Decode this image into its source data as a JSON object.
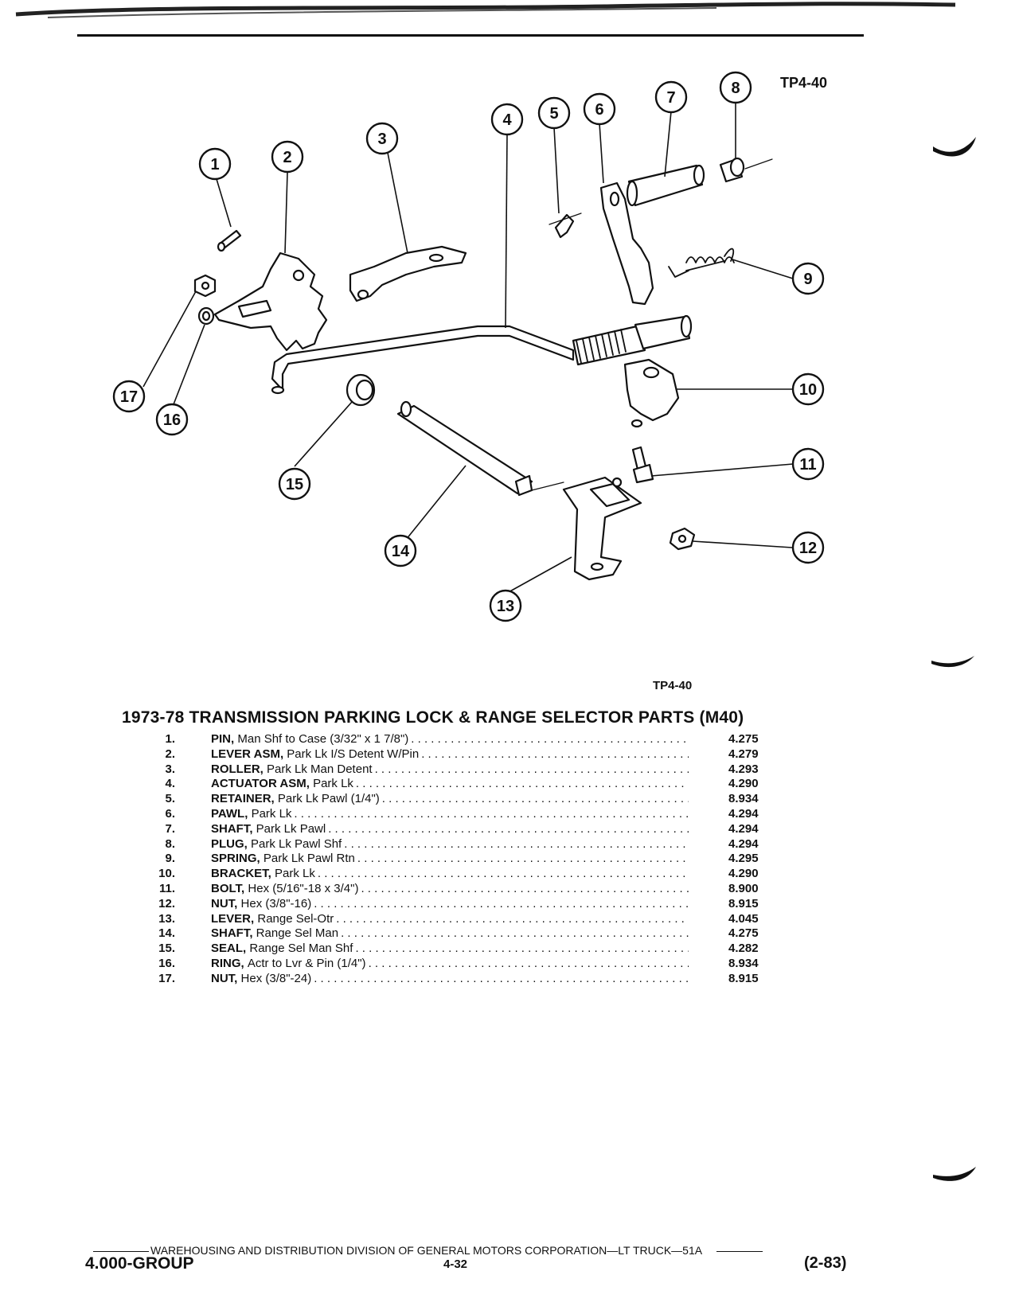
{
  "figure_code": "TP4-40",
  "callouts": [
    "1",
    "2",
    "3",
    "4",
    "5",
    "6",
    "7",
    "8",
    "9",
    "10",
    "11",
    "12",
    "13",
    "14",
    "15",
    "16",
    "17"
  ],
  "title": "1973-78 TRANSMISSION PARKING LOCK & RANGE SELECTOR PARTS (M40)",
  "parts": [
    {
      "num": "1.",
      "name": "PIN,",
      "desc": "Man Shf to Case (3/32\" x 1 7/8\")",
      "code": "4.275"
    },
    {
      "num": "2.",
      "name": "LEVER ASM,",
      "desc": "Park Lk I/S Detent W/Pin",
      "code": "4.279"
    },
    {
      "num": "3.",
      "name": "ROLLER,",
      "desc": "Park Lk Man Detent",
      "code": "4.293"
    },
    {
      "num": "4.",
      "name": "ACTUATOR ASM,",
      "desc": "Park Lk",
      "code": "4.290"
    },
    {
      "num": "5.",
      "name": "RETAINER,",
      "desc": "Park Lk Pawl (1/4\")",
      "code": "8.934"
    },
    {
      "num": "6.",
      "name": "PAWL,",
      "desc": "Park Lk",
      "code": "4.294"
    },
    {
      "num": "7.",
      "name": "SHAFT,",
      "desc": "Park Lk Pawl",
      "code": "4.294"
    },
    {
      "num": "8.",
      "name": "PLUG,",
      "desc": "Park Lk Pawl Shf",
      "code": "4.294"
    },
    {
      "num": "9.",
      "name": "SPRING,",
      "desc": "Park Lk Pawl Rtn",
      "code": "4.295"
    },
    {
      "num": "10.",
      "name": "BRACKET,",
      "desc": "Park Lk",
      "code": "4.290"
    },
    {
      "num": "11.",
      "name": "BOLT,",
      "desc": "Hex (5/16\"-18 x 3/4\")",
      "code": "8.900"
    },
    {
      "num": "12.",
      "name": "NUT,",
      "desc": "Hex (3/8\"-16)",
      "code": "8.915"
    },
    {
      "num": "13.",
      "name": "LEVER,",
      "desc": "Range Sel-Otr",
      "code": "4.045"
    },
    {
      "num": "14.",
      "name": "SHAFT,",
      "desc": "Range Sel Man",
      "code": "4.275"
    },
    {
      "num": "15.",
      "name": "SEAL,",
      "desc": "Range Sel Man Shf",
      "code": "4.282"
    },
    {
      "num": "16.",
      "name": "RING,",
      "desc": "Actr to Lvr & Pin (1/4\")",
      "code": "8.934"
    },
    {
      "num": "17.",
      "name": "NUT,",
      "desc": "Hex (3/8\"-24)",
      "code": "8.915"
    }
  ],
  "footer": {
    "text": "WAREHOUSING AND DISTRIBUTION DIVISION OF GENERAL MOTORS CORPORATION—LT TRUCK—51A",
    "group": "4.000-GROUP",
    "page": "4-32",
    "revision": "(2-83)"
  }
}
